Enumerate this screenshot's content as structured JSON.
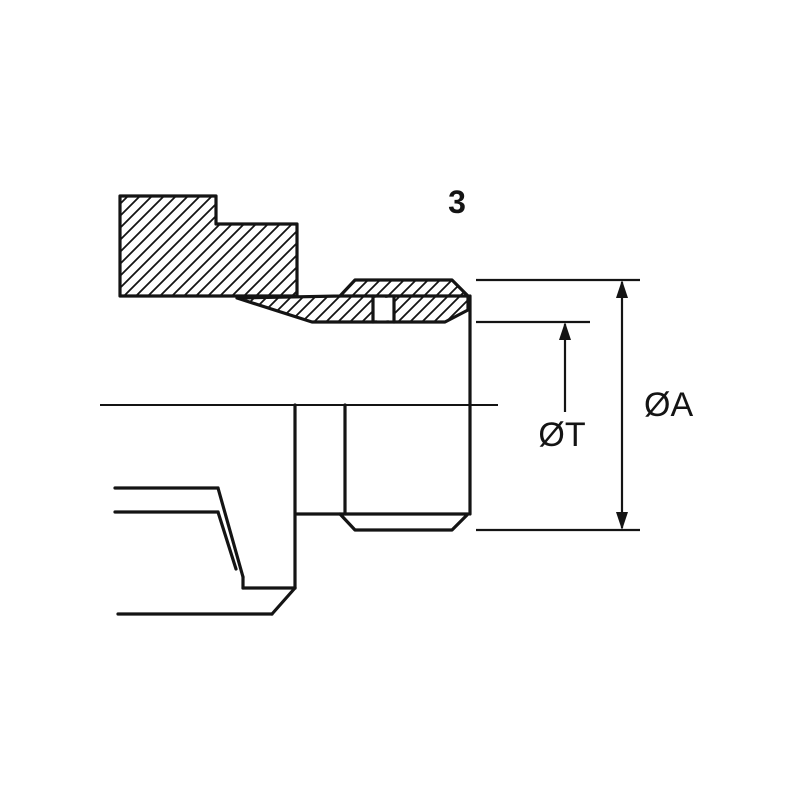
{
  "diagram": {
    "callout_label": "3",
    "dimension_a_label": "ØA",
    "dimension_t_label": "ØT",
    "colors": {
      "line": "#141414",
      "background": "#ffffff"
    }
  }
}
